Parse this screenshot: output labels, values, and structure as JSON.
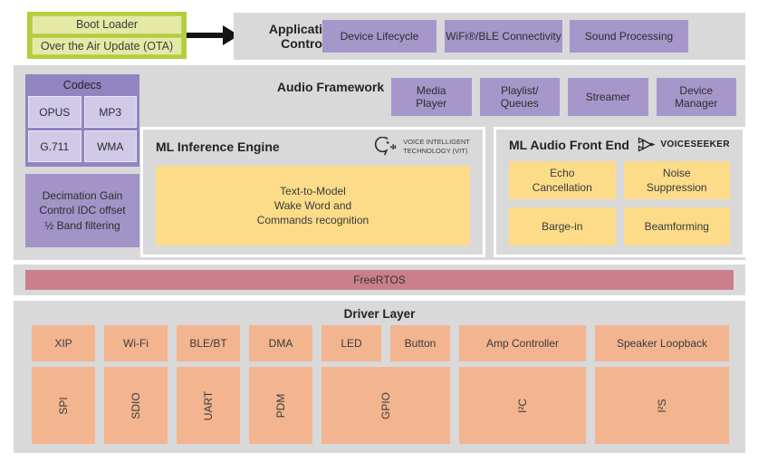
{
  "boot_box": {
    "rows": [
      "Boot Loader",
      "Over the Air Update (OTA)"
    ]
  },
  "top_band": {
    "title": "Application Control",
    "boxes": [
      "Device Lifecycle",
      "WiFi®/BLE Connectivity",
      "Sound Processing"
    ]
  },
  "audio_band": {
    "title": "Audio Framework",
    "codecs": {
      "title": "Codecs",
      "items": [
        "OPUS",
        "MP3",
        "G.711",
        "WMA"
      ]
    },
    "services": [
      "Media\nPlayer",
      "Playlist/\nQueues",
      "Streamer",
      "Device\nManager"
    ],
    "ml_inference": {
      "title": "ML Inference Engine",
      "logo_text": "VOICE INTELLIGENT\nTECHNOLOGY (VIT)",
      "body": "Text-to-Model\nWake Word and\nCommands recognition"
    },
    "ml_afe": {
      "title": "ML Audio Front End",
      "logo_text": "VOICESEEKER",
      "boxes": [
        "Echo\nCancellation",
        "Noise\nSuppression",
        "Barge-in",
        "Beamforming"
      ]
    },
    "decimation": "Decimation Gain\nControl IDC offset\n½ Band filtering"
  },
  "rtos": {
    "label": "FreeRTOS"
  },
  "driver_band": {
    "title": "Driver Layer",
    "row1": [
      "XIP",
      "Wi-Fi",
      "BLE/BT",
      "DMA",
      "LED",
      "Button",
      "Amp Controller",
      "Speaker Loopback"
    ],
    "row2": [
      "SPI",
      "SDIO",
      "UART",
      "PDM",
      "GPIO",
      "I²C",
      "I²S"
    ]
  },
  "colors": {
    "band_gray": "#d9d9d9",
    "purple_box": "#a597ca",
    "purple_dark": "#9184c1",
    "purple_light": "#d0c9e8",
    "yellow_box": "#fcdc89",
    "green_border": "#b4cd3b",
    "green_fill": "#e4eaa5",
    "pink_bar": "#cb7e8c",
    "orange_box": "#f3b590"
  }
}
